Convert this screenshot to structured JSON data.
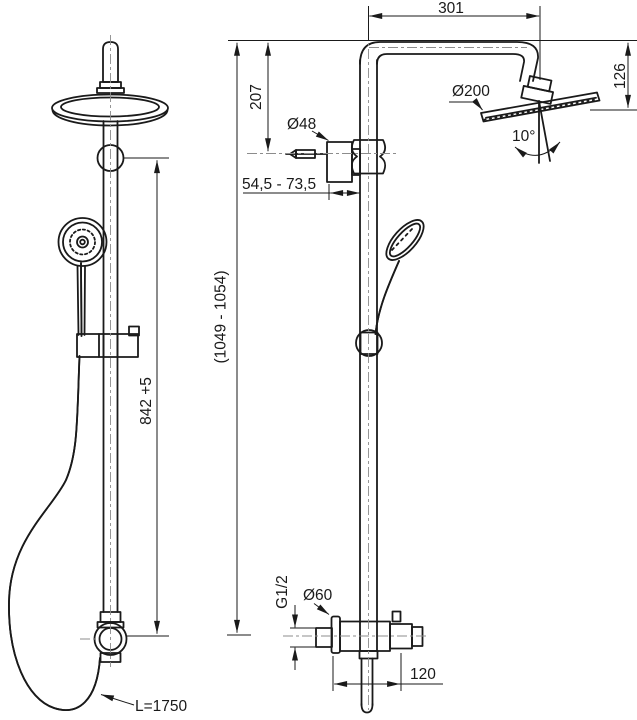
{
  "drawing": {
    "type": "technical-dimension-drawing",
    "subject": "shower system, front view and side view",
    "colors": {
      "line": "#1a1a1a",
      "centerline": "#8c8c8c",
      "background": "#ffffff"
    },
    "labels": {
      "dim_width_top": "301",
      "dim_head_drop": "126",
      "head_diameter": "Ø200",
      "head_angle": "10°",
      "dim_bracket_drop": "207",
      "bracket_diameter": "Ø48",
      "dim_wall_clearance": "54,5 - 73,5",
      "dim_total_height": "(1049 - 1054)",
      "dim_rail_height": "842 +5",
      "thread_size": "G1/2",
      "flange_diameter": "Ø60",
      "dim_outlet_reach": "120",
      "hose_length": "L=1750"
    }
  }
}
